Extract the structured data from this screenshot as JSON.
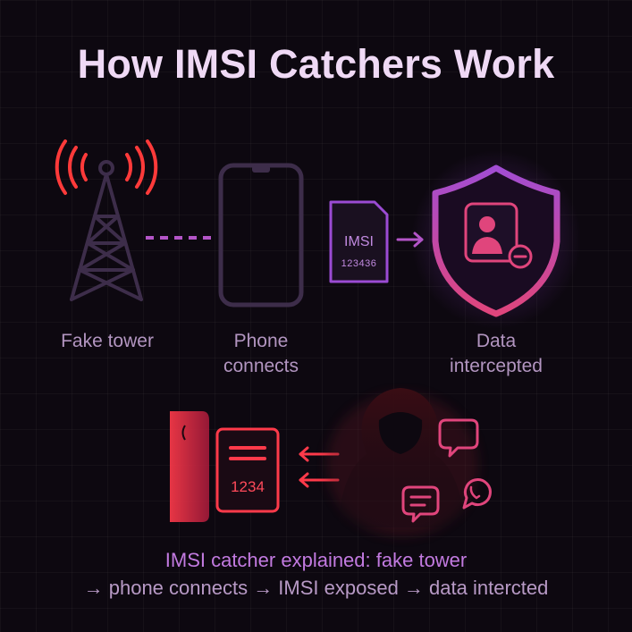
{
  "title": "How IMSI Catchers Work",
  "steps": [
    {
      "label_lines": [
        "Fake tower"
      ]
    },
    {
      "label_lines": [
        "Phone",
        "connects"
      ]
    },
    {
      "label_lines": [
        "Data",
        "intercepted"
      ]
    }
  ],
  "sim_card": {
    "label": "IMSI",
    "number": "123436"
  },
  "stolen_screen": {
    "number": "1234"
  },
  "caption": {
    "line1": "IMSI catcher explained: fake tower",
    "line2": "→ phone connects → IMSI exposed → data intercted"
  },
  "colors": {
    "background": "#0d0810",
    "title": "#efd9f5",
    "label": "#b295c0",
    "caption_line1": "#c27ae0",
    "caption_line2": "#b89ac6",
    "accent_red": "#ff3a3a",
    "accent_purple": "#a24dd3",
    "accent_pink": "#e0457c"
  },
  "icons": [
    "signal-waves-icon",
    "tower-icon",
    "phone-icon",
    "sim-card-icon",
    "arrow-right-icon",
    "shield-icon",
    "user-badge-icon",
    "hacker-icon",
    "chat-bubble-icon",
    "message-lines-icon",
    "whatsapp-icon"
  ]
}
